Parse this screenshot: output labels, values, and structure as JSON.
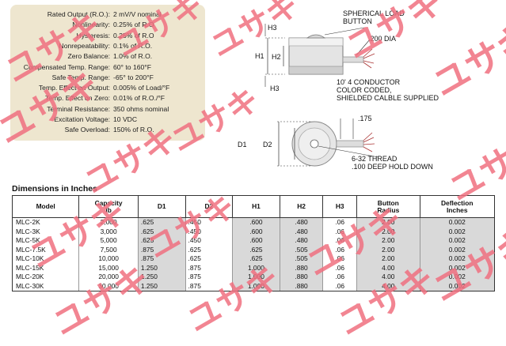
{
  "specs": [
    {
      "label": "Rated Output (R.O.):",
      "value": "2 mV/V nominal"
    },
    {
      "label": "Nonlinearity:",
      "value": "0.25% of R.O"
    },
    {
      "label": "Hysteresis:",
      "value": "0.25% of R.O"
    },
    {
      "label": "Nonrepeatability:",
      "value": "0.1% of R.O."
    },
    {
      "label": "Zero Balance:",
      "value": "1.0% of R.O."
    },
    {
      "label": "Compensated Temp. Range:",
      "value": "60° to 160°F"
    },
    {
      "label": "Safe Temp. Range:",
      "value": "-65° to 200°F"
    },
    {
      "label": "Temp. Effect on Output:",
      "value": "0.005% of Load/°F"
    },
    {
      "label": "Temp. Effect on Zero:",
      "value": "0.01% of R.O./°F"
    },
    {
      "label": "Terminal Resistance:",
      "value": "350 ohms nominal"
    },
    {
      "label": "Excitation Voltage:",
      "value": "10 VDC"
    },
    {
      "label": "Safe Overload:",
      "value": "150% of R.O."
    }
  ],
  "drawing": {
    "h3_top": "H3",
    "h1": "H1",
    "h2": "H2",
    "h3_bottom": "H3",
    "spherical_1": "SPHERICAL LOAD",
    "spherical_2": "BUTTON",
    "dia": ".200 DIA",
    "cable_1": "10' 4 CONDUCTOR",
    "cable_2": "COLOR CODED,",
    "cable_3": "SHIELDED CALBLE SUPPLIED",
    "d1": "D1",
    "d2": "D2",
    "dim_175": ".175",
    "thread_1": "6-32 THREAD",
    "thread_2": ".100 DEEP HOLD DOWN"
  },
  "dimensions": {
    "title": "Dimensions in Inches",
    "headers": [
      "Model",
      "Capacity\nlb",
      "D1",
      "D2",
      "H1",
      "H2",
      "H3",
      "Button\nRadius",
      "Deflection\nInches"
    ],
    "rows": [
      [
        "MLC-2K",
        "2,000",
        ".625",
        ".450",
        ".600",
        ".480",
        ".06",
        "2.00",
        "0.002"
      ],
      [
        "MLC-3K",
        "3,000",
        ".625",
        ".450",
        ".600",
        ".480",
        ".06",
        "2.00",
        "0.002"
      ],
      [
        "MLC-5K",
        "5,000",
        ".625",
        ".450",
        ".600",
        ".480",
        ".06",
        "2.00",
        "0.002"
      ],
      [
        "MLC-7.5K",
        "7,500",
        ".875",
        ".625",
        ".625",
        ".505",
        ".06",
        "2.00",
        "0.002"
      ],
      [
        "MLC-10K",
        "10,000",
        ".875",
        ".625",
        ".625",
        ".505",
        ".06",
        "2.00",
        "0.002"
      ],
      [
        "MLC-15K",
        "15,000",
        "1.250",
        ".875",
        "1.000",
        ".880",
        ".06",
        "4.00",
        "0.002"
      ],
      [
        "MLC-20K",
        "20,000",
        "1.250",
        ".875",
        "1.000",
        ".880",
        ".06",
        "4.00",
        "0.002"
      ],
      [
        "MLC-30K",
        "30,000",
        "1.250",
        ".875",
        "1.000",
        ".880",
        ".06",
        "4.00",
        "0.002"
      ]
    ]
  },
  "watermark": "ユサキ",
  "colors": {
    "spec_box": "#eee6cf",
    "watermark": "#f07080",
    "row_shade": "#d9d9d9"
  }
}
